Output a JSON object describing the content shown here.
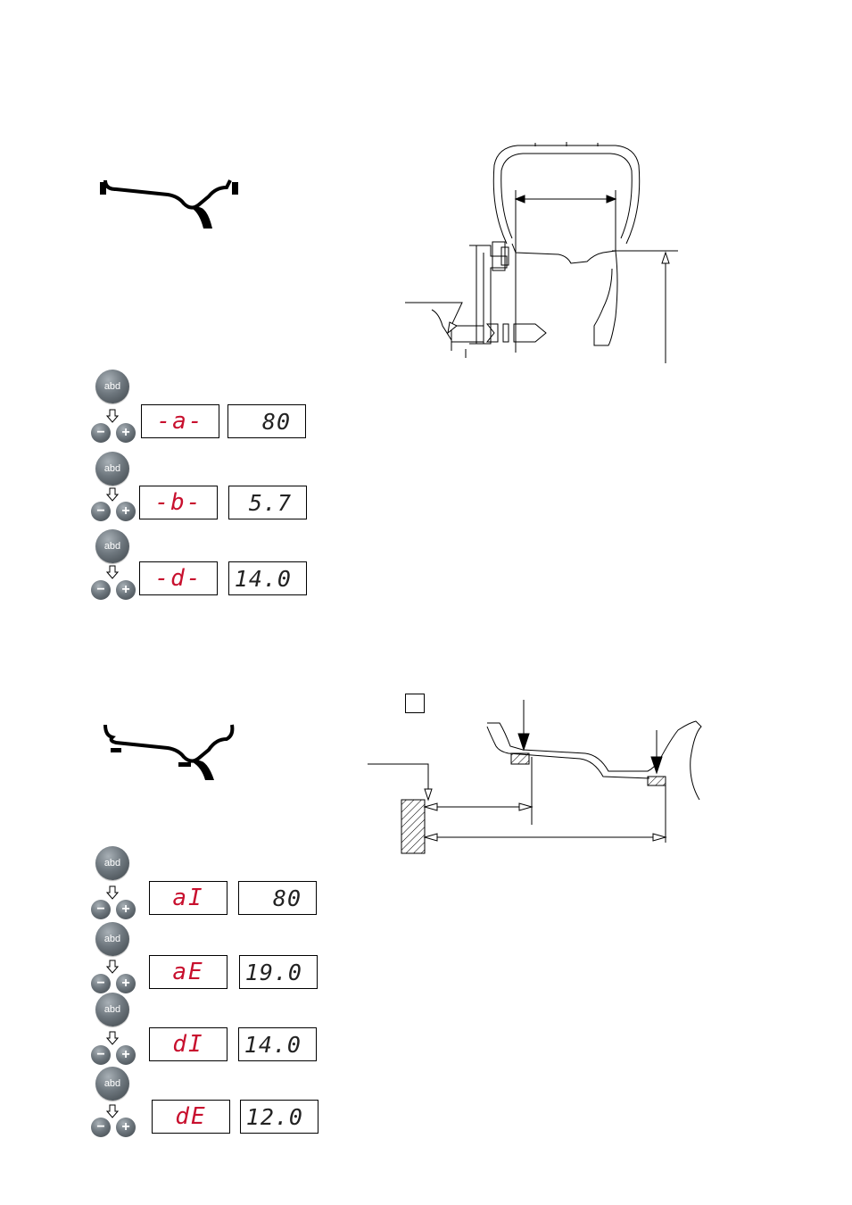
{
  "colors": {
    "display_label": "#c8102e",
    "display_value": "#222222",
    "button": "#5b646b"
  },
  "section1": {
    "icon": "rim-with-clip-weights-icon",
    "diagram": "tire-rim-cross-section-diagram",
    "steps": [
      {
        "button": "abd",
        "minus": "−",
        "plus": "+",
        "label": "-a-",
        "value": "80"
      },
      {
        "button": "abd",
        "minus": "−",
        "plus": "+",
        "label": "-b-",
        "value": "5.7"
      },
      {
        "button": "abd",
        "minus": "−",
        "plus": "+",
        "label": "-d-",
        "value": "14.0"
      }
    ]
  },
  "section2": {
    "icon": "rim-with-adhesive-weights-icon",
    "diagram": "rim-adhesive-weights-distance-diagram",
    "steps": [
      {
        "button": "abd",
        "minus": "−",
        "plus": "+",
        "label": "aI",
        "value": "80"
      },
      {
        "button": "abd",
        "minus": "−",
        "plus": "+",
        "label": "aE",
        "value": "19.0"
      },
      {
        "button": "abd",
        "minus": "−",
        "plus": "+",
        "label": "dI",
        "value": "14.0"
      },
      {
        "button": "abd",
        "minus": "−",
        "plus": "+",
        "label": "dE",
        "value": "12.0"
      }
    ]
  }
}
